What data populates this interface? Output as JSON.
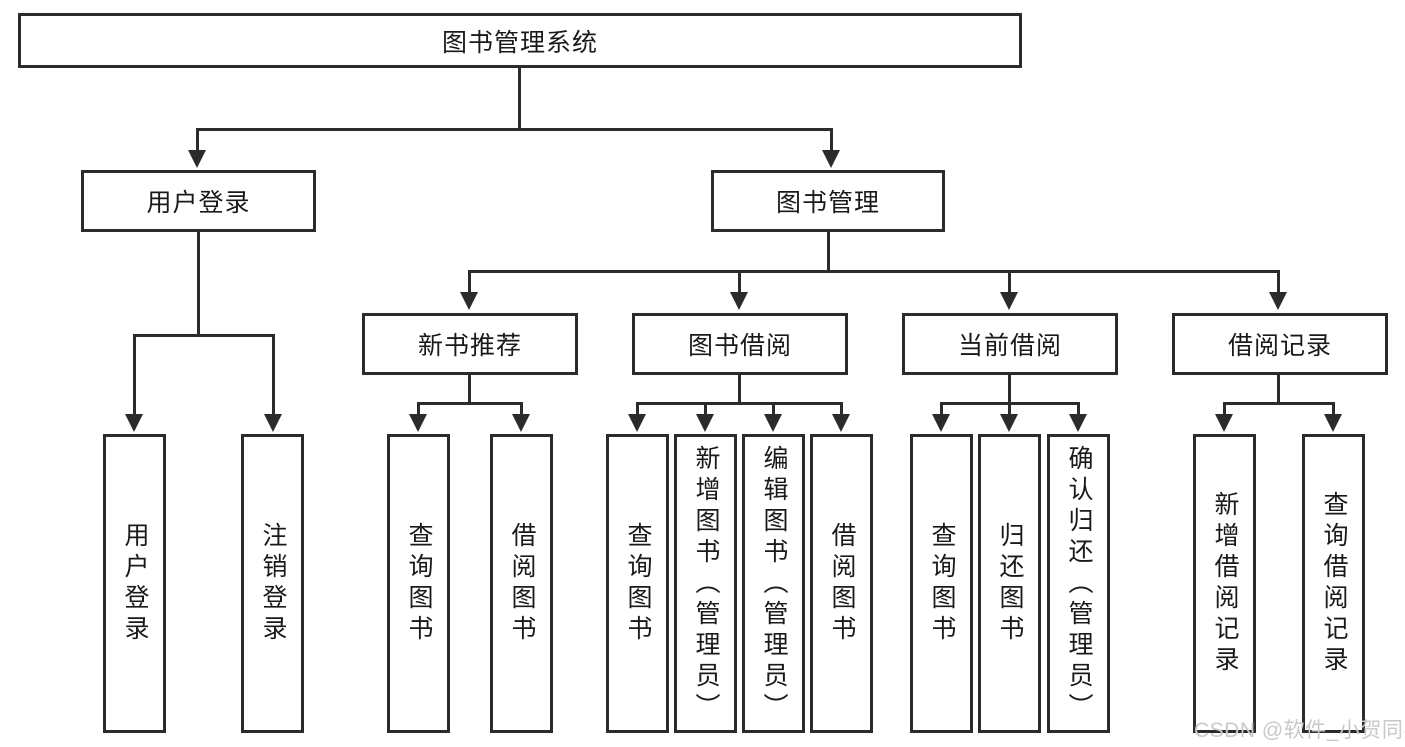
{
  "diagram": {
    "type": "tree-hierarchy",
    "title": "图书管理系统",
    "root": {
      "id": "root",
      "label": "图书管理系统"
    },
    "level2": [
      {
        "id": "user-login",
        "label": "用户登录"
      },
      {
        "id": "book-manage",
        "label": "图书管理"
      }
    ],
    "level3": [
      {
        "id": "new-book-recommend",
        "label": "新书推荐"
      },
      {
        "id": "book-borrow",
        "label": "图书借阅"
      },
      {
        "id": "current-borrow",
        "label": "当前借阅"
      },
      {
        "id": "borrow-record",
        "label": "借阅记录"
      }
    ],
    "leaves": {
      "user_login": [
        {
          "id": "leaf-user-login",
          "label": "用户登录"
        },
        {
          "id": "leaf-logout",
          "label": "注销登录"
        }
      ],
      "new_book_recommend": [
        {
          "id": "leaf-query-book-1",
          "label": "查询图书"
        },
        {
          "id": "leaf-borrow-book-1",
          "label": "借阅图书"
        }
      ],
      "book_borrow": [
        {
          "id": "leaf-query-book-2",
          "label": "查询图书"
        },
        {
          "id": "leaf-add-book",
          "label": "新增图书（管理员）"
        },
        {
          "id": "leaf-edit-book",
          "label": "编辑图书（管理员）"
        },
        {
          "id": "leaf-borrow-book-2",
          "label": "借阅图书"
        }
      ],
      "current_borrow": [
        {
          "id": "leaf-query-book-3",
          "label": "查询图书"
        },
        {
          "id": "leaf-return-book",
          "label": "归还图书"
        },
        {
          "id": "leaf-confirm-return",
          "label": "确认归还（管理员）"
        }
      ],
      "borrow_record": [
        {
          "id": "leaf-add-record",
          "label": "新增借阅记录"
        },
        {
          "id": "leaf-query-record",
          "label": "查询借阅记录"
        }
      ]
    },
    "colors": {
      "stroke": "#2b2b2b",
      "fill": "#ffffff",
      "text": "#1a1a1a",
      "watermark": "#c9c9c9"
    }
  },
  "watermark": {
    "text": "CSDN @软件_小贺同学"
  }
}
